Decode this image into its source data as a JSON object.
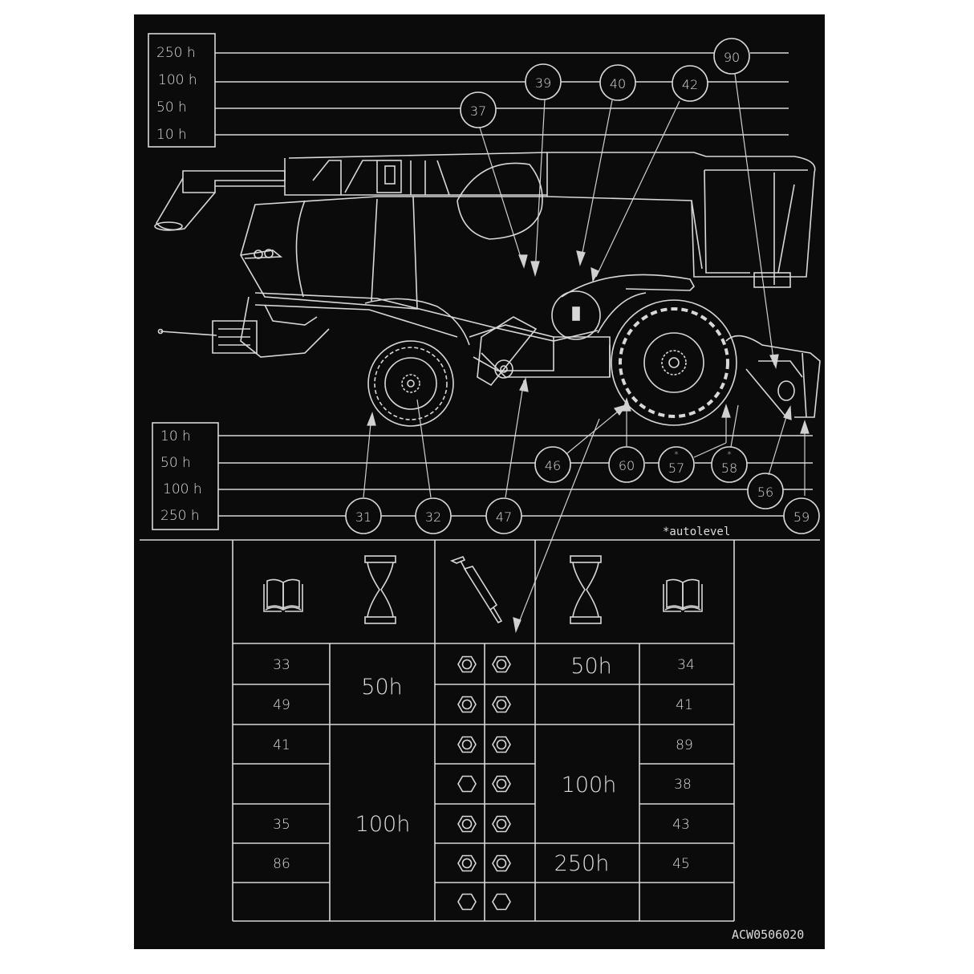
{
  "document": {
    "part_number": "ACW0506020",
    "footnote": "*autolevel",
    "colors": {
      "background": "#0b0b0c",
      "line": "#d8d8d8",
      "page": "#ffffff"
    }
  },
  "top_legend": {
    "intervals": [
      "250 h",
      "100 h",
      "50 h",
      "10 h"
    ],
    "callouts": [
      {
        "id": "90",
        "interval": "250 h"
      },
      {
        "id": "39",
        "interval": "100 h"
      },
      {
        "id": "40",
        "interval": "100 h"
      },
      {
        "id": "42",
        "interval": "100 h"
      },
      {
        "id": "37",
        "interval": "50 h"
      }
    ]
  },
  "bottom_legend": {
    "intervals": [
      "10 h",
      "50 h",
      "100 h",
      "250 h"
    ],
    "callouts": [
      {
        "id": "46",
        "interval": "50 h"
      },
      {
        "id": "60",
        "interval": "50 h"
      },
      {
        "id": "57",
        "interval": "50 h",
        "autolevel": true
      },
      {
        "id": "58",
        "interval": "50 h",
        "autolevel": true
      },
      {
        "id": "56",
        "interval": "100 h"
      },
      {
        "id": "31",
        "interval": "250 h"
      },
      {
        "id": "32",
        "interval": "250 h"
      },
      {
        "id": "47",
        "interval": "250 h"
      },
      {
        "id": "59",
        "interval": "250 h"
      }
    ],
    "asterisk": "*"
  },
  "table": {
    "header_icons": [
      "book-icon",
      "hourglass-icon",
      "grease-gun-icon",
      "hourglass-icon",
      "book-icon"
    ],
    "left": {
      "rows": [
        "33",
        "49",
        "41",
        "",
        "35",
        "86",
        ""
      ],
      "intervals": [
        {
          "label": "50h",
          "rows": 2
        },
        {
          "label": "100h",
          "rows": 5
        }
      ]
    },
    "nuts": [
      [
        "nut-ring",
        "nut-ring"
      ],
      [
        "nut-ring",
        "nut-ring"
      ],
      [
        "nut-ring",
        "nut-ring"
      ],
      [
        "nut-plain",
        "nut-ring"
      ],
      [
        "nut-ring",
        "nut-ring"
      ],
      [
        "nut-ring",
        "nut-ring"
      ],
      [
        "nut-plain",
        "nut-plain"
      ]
    ],
    "right": {
      "intervals": [
        {
          "label": "50h",
          "rows": 1
        },
        {
          "label": "100h",
          "rows": 4
        },
        {
          "label": "250h",
          "rows": 1
        },
        {
          "label": "",
          "rows": 1
        }
      ],
      "rows": [
        "34",
        "41",
        "89",
        "38",
        "43",
        "45",
        ""
      ]
    }
  }
}
